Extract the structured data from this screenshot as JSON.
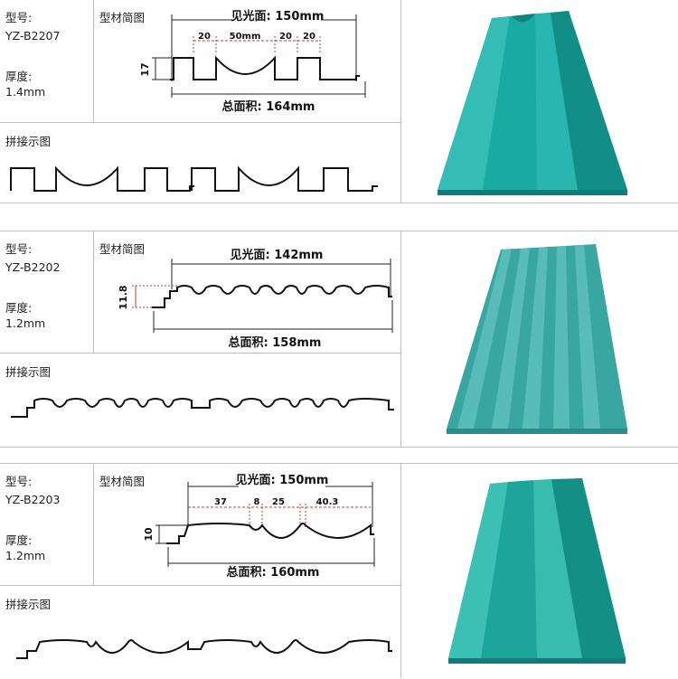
{
  "products": [
    {
      "model_label": "型号:",
      "model_value": "YZ-B2207",
      "thickness_label": "厚度:",
      "thickness_value": "1.4mm",
      "section_title": "型材简图",
      "splice_title": "拼接示图",
      "visible_width": "见光面: 150mm",
      "total_width": "总面积: 164mm",
      "height_dim": "17",
      "segment_dims": [
        "20",
        "50mm",
        "20",
        "20"
      ],
      "panel_color": "#1fa6a0"
    },
    {
      "model_label": "型号:",
      "model_value": "YZ-B2202",
      "thickness_label": "厚度:",
      "thickness_value": "1.2mm",
      "section_title": "型材简图",
      "splice_title": "拼接示图",
      "visible_width": "见光面: 142mm",
      "total_width": "总面积: 158mm",
      "height_dim": "11.8",
      "segment_dims": [],
      "panel_color": "#3aa6a2"
    },
    {
      "model_label": "型号:",
      "model_value": "YZ-B2203",
      "thickness_label": "厚度:",
      "thickness_value": "1.2mm",
      "section_title": "型材简图",
      "splice_title": "拼接示图",
      "visible_width": "见光面: 150mm",
      "total_width": "总面积: 160mm",
      "height_dim": "10",
      "segment_dims": [
        "37",
        "8",
        "25",
        "40.3"
      ],
      "panel_color": "#20a99d"
    }
  ]
}
